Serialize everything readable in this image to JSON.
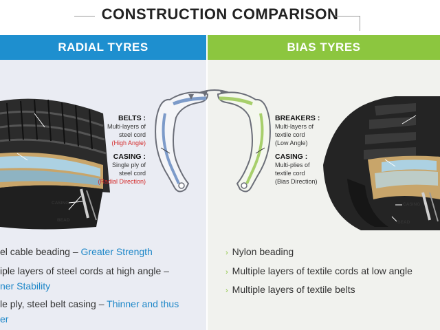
{
  "header": {
    "title": "CONSTRUCTION COMPARISON"
  },
  "colors": {
    "radial_banner": "#1e8fcf",
    "bias_banner": "#8cc63f",
    "radial_panel_bg": "#eaecf3",
    "bias_panel_bg": "#f1f2ee",
    "highlight_text": "#1e87c8",
    "callout_red": "#d42a2a"
  },
  "radial": {
    "banner": "RADIAL TYRES",
    "callouts": {
      "belts_title": "BELTS :",
      "belts_line1": "Multi-layers of",
      "belts_line2": "steel cord",
      "belts_line3": "(High Angle)",
      "casing_title": "CASING :",
      "casing_line1": "Single ply of",
      "casing_line2": "steel cord",
      "casing_line3": "(Radial Direction)"
    },
    "tyre_labels": {
      "casing": "CASING",
      "bead": "BEAD"
    },
    "bullets": [
      {
        "line1_a": "el cable beading – ",
        "line1_b": "Greater Strength"
      },
      {
        "line1_a": "iple layers of steel cords at high angle –",
        "line2": "ner Stability"
      },
      {
        "line1_a": "le ply, steel belt casing – ",
        "line1_b": "Thinner and thus",
        "line2": "er"
      }
    ]
  },
  "bias": {
    "banner": "BIAS TYRES",
    "callouts": {
      "breakers_title": "BREAKERS :",
      "breakers_line1": "Multi-layers of",
      "breakers_line2": "textile cord",
      "breakers_line3": "(Low Angle)",
      "casing_title": "CASING :",
      "casing_line1": "Multi-plies of",
      "casing_line2": "textile cord",
      "casing_line3": "(Bias Direction)"
    },
    "tyre_labels": {
      "casing": "CASING",
      "bead": "BEAD"
    },
    "bullets": [
      "Nylon beading",
      "Multiple layers of textile cords at low angle",
      "Multiple layers of textile belts"
    ]
  }
}
